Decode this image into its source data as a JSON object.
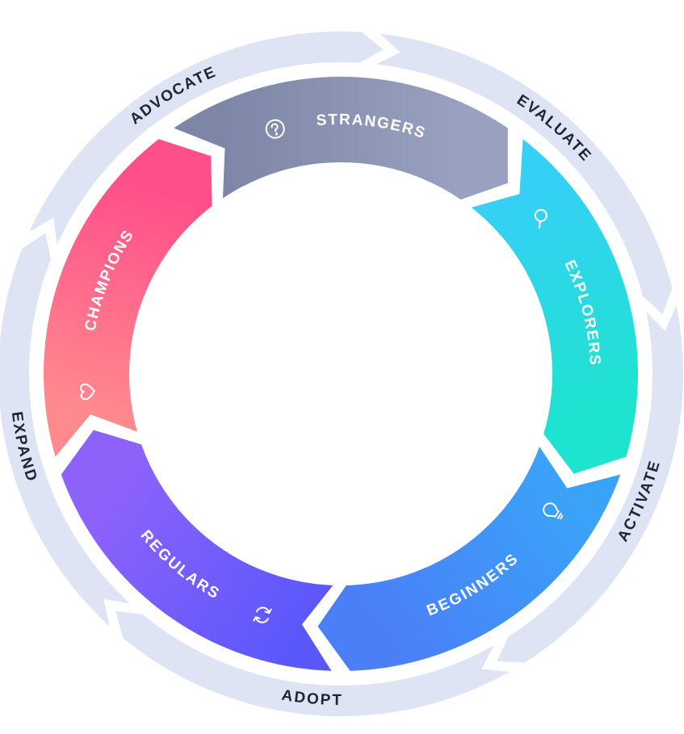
{
  "diagram": {
    "inner_segments": [
      {
        "id": "strangers",
        "label": "STRANGERS",
        "icon": "question-circle-icon",
        "colors": [
          "#7d86a6",
          "#98a1c0"
        ]
      },
      {
        "id": "explorers",
        "label": "EXPLORERS",
        "icon": "magnifier-icon",
        "colors": [
          "#36d0f5",
          "#1ee3cf"
        ]
      },
      {
        "id": "beginners",
        "label": "BEGINNERS",
        "icon": "lightbulb-icon",
        "colors": [
          "#3aa3f8",
          "#4a7ff8"
        ]
      },
      {
        "id": "regulars",
        "label": "REGULARS",
        "icon": "refresh-icon",
        "colors": [
          "#5b58fb",
          "#8d62fb"
        ]
      },
      {
        "id": "champions",
        "label": "CHAMPIONS",
        "icon": "heart-icon",
        "colors": [
          "#ff8a8e",
          "#ff4f8a"
        ]
      }
    ],
    "outer_segments": [
      {
        "id": "evaluate",
        "label": "EVALUATE"
      },
      {
        "id": "activate",
        "label": "ACTIVATE"
      },
      {
        "id": "adopt",
        "label": "ADOPT"
      },
      {
        "id": "expand",
        "label": "EXPAND"
      },
      {
        "id": "advocate",
        "label": "ADVOCATE"
      }
    ],
    "outer_ring_color": "#dfe4f4",
    "outer_text_color": "#1e2433"
  }
}
